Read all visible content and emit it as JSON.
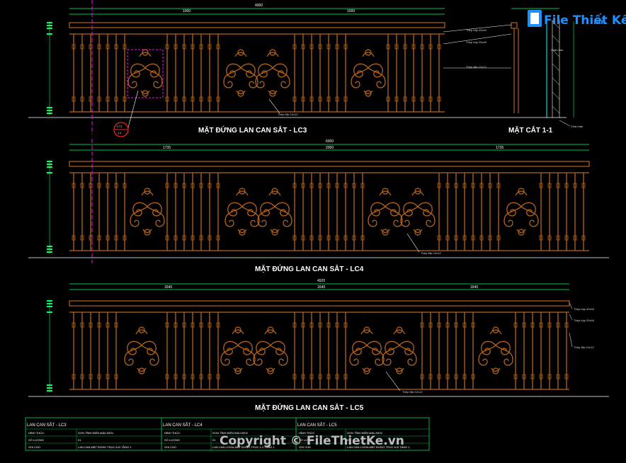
{
  "watermark": {
    "brand_top": "File Thiết Kế",
    "brand_top_domain": ".vn",
    "copyright": "Copyright © FileThietKe.vn"
  },
  "colors": {
    "background": "#000000",
    "railing": "#b5651d",
    "dimension": "#00ff66",
    "text": "#ffffff",
    "axis": "#ff00ff",
    "table": "#00b050"
  },
  "views": {
    "lc3": {
      "title": "MẶT ĐỨNG LAN CAN SẮT - LC3",
      "overall_dim": "4000",
      "segment_dims": [
        "1000",
        "1000"
      ],
      "bar_note": "Thép đặc 12x12",
      "marker_top": "CT1",
      "marker_bottom": "1-1"
    },
    "lc4": {
      "title": "MẶT ĐỨNG LAN CAN SẮT - LC4",
      "overall_dim": "6000",
      "segment_dims": [
        "1735",
        "2000",
        "1735"
      ],
      "bar_note": "Thép đặc 12x12"
    },
    "lc5": {
      "title": "MẶT ĐỨNG LAN CAN SẮT - LC5",
      "overall_dim": "4920",
      "segment_dims": [
        "1640",
        "1640",
        "1640"
      ],
      "bar_note": "Thép đặc 12x12",
      "side_notes": [
        "Thép hộp 40x40",
        "Thép hộp 20x40",
        "Thép đặc 12x12"
      ]
    },
    "section": {
      "title": "MẶT CẮT 1-1",
      "notes": [
        "Thép hộp 40x40",
        "Thép hộp 20x40",
        "Thép đặc 12x12",
        "Chân bản",
        "Chân bản"
      ]
    }
  },
  "table": {
    "columns": [
      {
        "header": "LAN CAN SẮT - LC3",
        "rows": [
          {
            "label": "HÌNH THỨC",
            "value": "SƠN TĨNH ĐIỆN MÀU ĐEN"
          },
          {
            "label": "SỐ LƯỢNG",
            "value": "01"
          },
          {
            "label": "GHI CHÚ",
            "value": "LAN CAN MẶT ĐỨNG TRỤC A-B TẦNG 1"
          }
        ]
      },
      {
        "header": "LAN CAN SẮT - LC4",
        "rows": [
          {
            "label": "HÌNH THỨC",
            "value": "SƠN TĨNH ĐIỆN MÀU ĐEN"
          },
          {
            "label": "SỐ LƯỢNG",
            "value": "01"
          },
          {
            "label": "GHI CHÚ",
            "value": "LAN CAN LOGIA MẶT ĐỨNG TRỤC 1-2 TẦNG 1"
          }
        ]
      },
      {
        "header": "LAN CAN SẮT - LC5",
        "rows": [
          {
            "label": "HÌNH THỨC",
            "value": "SƠN TĨNH ĐIỆN MÀU ĐEN"
          },
          {
            "label": "SỐ LƯỢNG",
            "value": "01"
          },
          {
            "label": "GHI CHÚ",
            "value": "LAN CAN LOGIA MẶT ĐỨNG TRỤC A-B TẦNG 1"
          }
        ]
      }
    ]
  }
}
